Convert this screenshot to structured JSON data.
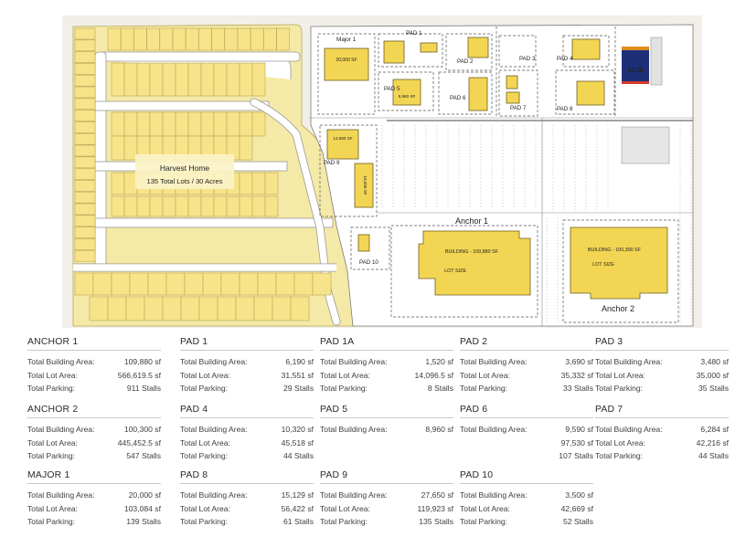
{
  "site_plan": {
    "community_name": "Harvest Home",
    "community_detail": "135 Total Lots / 30 Acres",
    "tenant_logo": "ALDI",
    "anchor1": {
      "label": "Anchor 1",
      "building": "BUILDING - 109,880 SF",
      "lot": "LOT SIZE"
    },
    "anchor2": {
      "label": "Anchor 2",
      "building": "BUILDING - 100,300 SF",
      "lot": "LOT SIZE"
    },
    "major1": {
      "label": "Major 1",
      "building": "20,000 SF"
    },
    "pad_labels": [
      "PAD 1",
      "PAD 2",
      "PAD 3",
      "PAD 4",
      "PAD 5",
      "PAD 6",
      "PAD 7",
      "PAD 8",
      "PAD 9",
      "PAD 10"
    ],
    "pad5_building": "8,960 SF",
    "pad9_buildings": [
      "12,650 SF",
      "15,000 SF"
    ]
  },
  "stats": {
    "anchor1": {
      "title": "ANCHOR 1",
      "rows": [
        {
          "label": "Total Building Area:",
          "value": "109,880 sf"
        },
        {
          "label": "Total Lot Area:",
          "value": "566,619.5 sf"
        },
        {
          "label": "Total Parking:",
          "value": "911 Stalls"
        }
      ]
    },
    "pad1": {
      "title": "PAD 1",
      "rows": [
        {
          "label": "Total Building Area:",
          "value": "6,190 sf"
        },
        {
          "label": "Total Lot Area:",
          "value": "31,551 sf"
        },
        {
          "label": "Total Parking:",
          "value": "29 Stalls"
        }
      ]
    },
    "pad1a": {
      "title": "PAD 1A",
      "rows": [
        {
          "label": "Total Building Area:",
          "value": "1,520 sf"
        },
        {
          "label": "Total Lot Area:",
          "value": "14,096.5 sf"
        },
        {
          "label": "Total Parking:",
          "value": "8 Stalls"
        }
      ]
    },
    "pad2": {
      "title": "PAD 2",
      "rows": [
        {
          "label": "Total Building Area:",
          "value": "3,690 sf"
        },
        {
          "label": "Total Lot Area:",
          "value": "35,332 sf"
        },
        {
          "label": "Total Parking:",
          "value": "33 Stalls"
        }
      ]
    },
    "pad3": {
      "title": "PAD 3",
      "rows": [
        {
          "label": "Total Building Area:",
          "value": "3,480 sf"
        },
        {
          "label": "Total Lot Area:",
          "value": "35,000 sf"
        },
        {
          "label": "Total Parking:",
          "value": "35 Stalls"
        }
      ]
    },
    "anchor2": {
      "title": "ANCHOR 2",
      "rows": [
        {
          "label": "Total Building Area:",
          "value": "100,300 sf"
        },
        {
          "label": "Total Lot Area:",
          "value": "445,452.5 sf"
        },
        {
          "label": "Total Parking:",
          "value": "547 Stalls"
        }
      ]
    },
    "pad4": {
      "title": "PAD 4",
      "rows": [
        {
          "label": "Total Building Area:",
          "value": "10,320 sf"
        },
        {
          "label": "Total Lot Area:",
          "value": "45,518 sf"
        },
        {
          "label": "Total Parking:",
          "value": "44 Stalls"
        }
      ]
    },
    "pad5": {
      "title": "PAD 5",
      "rows": [
        {
          "label": "Total Building Area:",
          "value": "8,960 sf"
        }
      ]
    },
    "pad6": {
      "title": "PAD 6",
      "rows": [
        {
          "label": "Total Building Area:",
          "value": "9,590 sf"
        },
        {
          "label": "",
          "value": "97,530 sf"
        },
        {
          "label": "",
          "value": "107 Stalls"
        }
      ]
    },
    "pad7": {
      "title": "PAD 7",
      "rows": [
        {
          "label": "Total Building Area:",
          "value": "6,284 sf"
        },
        {
          "label": "Total Lot Area:",
          "value": "42,216 sf"
        },
        {
          "label": "Total Parking:",
          "value": "44 Stalls"
        }
      ]
    },
    "major1": {
      "title": "MAJOR 1",
      "rows": [
        {
          "label": "Total Building Area:",
          "value": "20,000 sf"
        },
        {
          "label": "Total Lot Area:",
          "value": "103,084 sf"
        },
        {
          "label": "Total Parking:",
          "value": "139 Stalls"
        }
      ]
    },
    "pad8": {
      "title": "PAD 8",
      "rows": [
        {
          "label": "Total Building Area:",
          "value": "15,129 sf"
        },
        {
          "label": "Total Lot Area:",
          "value": "56,422 sf"
        },
        {
          "label": "Total Parking:",
          "value": "61 Stalls"
        }
      ]
    },
    "pad9": {
      "title": "PAD 9",
      "rows": [
        {
          "label": "Total Building Area:",
          "value": "27,650 sf"
        },
        {
          "label": "Total Lot Area:",
          "value": "119,923 sf"
        },
        {
          "label": "Total Parking:",
          "value": "135 Stalls"
        }
      ]
    },
    "pad10": {
      "title": "PAD 10",
      "rows": [
        {
          "label": "Total Building Area:",
          "value": "3,500 sf"
        },
        {
          "label": "Total Lot Area:",
          "value": "42,669 sf"
        },
        {
          "label": "Total Parking:",
          "value": "52 Stalls"
        }
      ]
    }
  }
}
